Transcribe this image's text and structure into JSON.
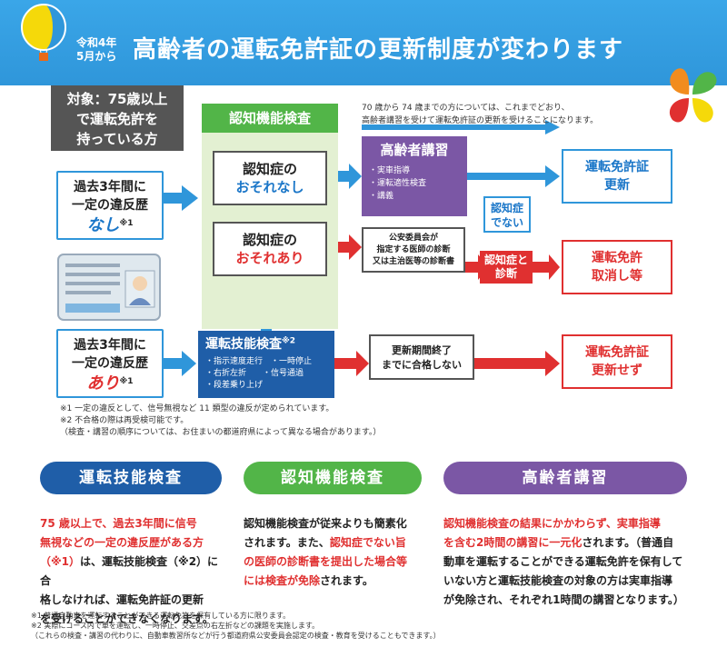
{
  "header": {
    "date_line1": "令和4年",
    "date_line2": "5月から",
    "title": "高齢者の運転免許証の更新制度が変わります"
  },
  "colors": {
    "header_blue": "#2f96da",
    "green": "#52b548",
    "navy": "#1f5ea8",
    "purple": "#7b57a5",
    "red": "#e03030"
  },
  "target": {
    "line1": "対象：75歳以上",
    "line2": "で運転免許を",
    "line3": "持っている方"
  },
  "note_top": {
    "line1": "70 歳から 74 歳までの方については、これまでどおり、",
    "line2": "高齢者講習を受けて運転免許証の更新を受けることになります。"
  },
  "ninchi_kensa": {
    "title": "認知機能検査",
    "box1_line1": "認知症の",
    "box1_line2": "おそれなし",
    "box2_line1": "認知症の",
    "box2_line2": "おそれあり"
  },
  "history_none": {
    "line1": "過去3年間に",
    "line2": "一定の違反歴",
    "emph": "なし",
    "mark": "※1"
  },
  "history_yes": {
    "line1": "過去3年間に",
    "line2": "一定の違反歴",
    "emph": "あり",
    "mark": "※1"
  },
  "gikou": {
    "title": "運転技能検査",
    "mark": "※2",
    "item1": "・指示速度走行　・一時停止",
    "item2": "・右折左折　　・信号通過",
    "item3": "・段差乗り上げ"
  },
  "koshu": {
    "title": "高齢者講習",
    "item1": "・実車指導",
    "item2": "・運転適性検査",
    "item3": "・講義"
  },
  "iryo": {
    "line1": "公安委員会が",
    "line2": "指定する医師の診断",
    "line3": "又は主治医等の診断書"
  },
  "ninchi_nai": {
    "line1": "認知症",
    "line2": "でない"
  },
  "ninchi_shin": {
    "line1": "認知症と",
    "line2": "診断"
  },
  "kigen": {
    "line1": "更新期間終了",
    "line2": "までに合格しない"
  },
  "results": {
    "renew_line1": "運転免許証",
    "renew_line2": "更新",
    "cancel_line1": "運転免許",
    "cancel_line2": "取消し等",
    "norenew_line1": "運転免許証",
    "norenew_line2": "更新せず"
  },
  "footnotes_panel": {
    "line1": "※1 一定の違反として、信号無視など 11 類型の違反が定められています。",
    "line2": "※2 不合格の際は再受検可能です。",
    "line3": "（検査・講習の順序については、お住まいの都道府県によって異なる場合があります。）"
  },
  "categories": {
    "gikou": {
      "title": "運転技能検査",
      "hl1": "75 歳以上で、過去3年間に信号",
      "hl2": "無視などの一定の違反歴がある方",
      "hl3": "（※1）",
      "t1": "は、運転技能検査（※2）に合",
      "t2": "格しなければ、運転免許証の更新",
      "t3": "を受けることができなくなります。"
    },
    "ninchi": {
      "title": "認知機能検査",
      "t1": "認知機能検査が従来よりも簡素化",
      "t2": "されます。また、",
      "hl1": "認知症でない旨",
      "hl2": "の医師の診断書を提出した場合等",
      "hl3": "には検査が免除",
      "t3": "されます。"
    },
    "koshu": {
      "title": "高齢者講習",
      "hl1": "認知機能検査の結果にかかわらず、実車指導",
      "hl2": "を含む2時間の講習に一元化",
      "t1": "されます。（普通自",
      "t2": "動車を運転することができる運転免許を保有して",
      "t3": "いない方と運転技能検査の対象の方は実車指導",
      "t4": "が免除され、それぞれ1時間の講習となります。）"
    }
  },
  "footnotes_bottom": {
    "line1": "※1 普通自動車を運転することができる運転免許を保有している方に限ります。",
    "line2": "※2 実際にコース内で車を運転し、一時停止、交差点の右左折などの課題を実施します。",
    "line3": "（これらの検査・講習の代わりに、自動車教習所などが行う都道府県公安委員会認定の検査・教育を受けることもできます。）"
  }
}
